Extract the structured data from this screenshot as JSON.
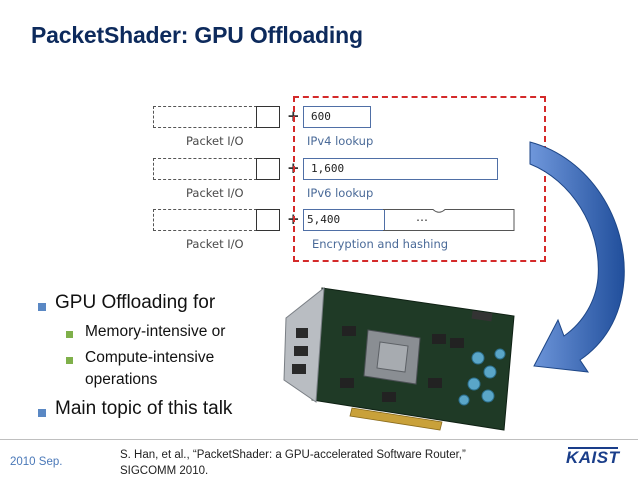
{
  "slide": {
    "title": "PacketShader: GPU Offloading",
    "rows": [
      {
        "io_label": "Packet I/O",
        "plus": "+",
        "value": "600",
        "task": "IPv4 lookup"
      },
      {
        "io_label": "Packet I/O",
        "plus": "+",
        "value": "1,600",
        "task": "IPv6 lookup"
      },
      {
        "io_label": "Packet I/O",
        "plus": "+",
        "value": "5,400",
        "task": "Encryption and hashing",
        "extra": "…"
      }
    ],
    "bullets": {
      "b1": "GPU Offloading for",
      "b1_sub1": "Memory-intensive or",
      "b1_sub2_line1": "Compute-intensive",
      "b1_sub2_line2": "operations",
      "b2": "Main topic of this talk"
    },
    "footer": {
      "date": "2010 Sep.",
      "ref_line1": "S. Han, et al., “PacketShader: a GPU-accelerated Software Router,”",
      "ref_line2": "SIGCOMM 2010.",
      "logo": "KAIST"
    },
    "colors": {
      "title": "#0d2a5c",
      "red_dashed": "#d42a2a",
      "arrow": "#2f62b8",
      "bullet_level1": "#5a88c4",
      "bullet_level2": "#7fb04a"
    }
  }
}
